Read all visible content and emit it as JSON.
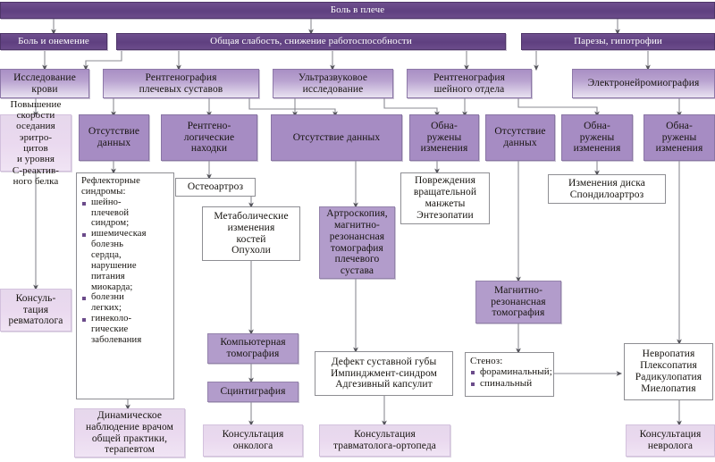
{
  "title": "Боль в плече",
  "colors": {
    "header_purple": "#5f4080",
    "mid_purple": "#a68cc3",
    "light_pink": "#ead9ef",
    "diagnosis_white": "#ffffff",
    "arrow_gray": "#8b8b93"
  },
  "root": {
    "label": "Боль в плече"
  },
  "complaints": [
    {
      "label": "Боль и онемение"
    },
    {
      "label": "Общая слабость, снижение работоспособности"
    },
    {
      "label": "Парезы, гипотрофии"
    }
  ],
  "investigations": [
    {
      "label": "Исследование\nкрови"
    },
    {
      "label": "Рентгенография\nплечевых суставов"
    },
    {
      "label": "Ультразвуковое\nисследование"
    },
    {
      "label": "Рентгенография\nшейного отдела"
    },
    {
      "label": "Электронейромиография"
    }
  ],
  "results": [
    {
      "label": "Отсутствие\nданных"
    },
    {
      "label": "Рентгено-\nлогические\nнаходки"
    },
    {
      "label": "Отсутствие данных"
    },
    {
      "label": "Обна-\nружены\nизменения"
    },
    {
      "label": "Отсутствие\nданных"
    },
    {
      "label": "Обна-\nружены\nизменения"
    },
    {
      "label": "Обна-\nружены\nизменения"
    }
  ],
  "blood_finding": {
    "label": "Повышение\nскорости\nоседания\nэритро-\nцитов\nи уровня\nС-реактив-\nного белка"
  },
  "reflex_syndromes": {
    "lead": "Рефлекторные\nсиндромы:",
    "items": [
      "шейно-\nплечевой\nсиндром;",
      "ишемическая\nболезнь\nсердца,\nнарушение\nпитания\nмиокарда;",
      "болезни\nлегких;",
      "гинеколо-\nгические\nзаболевания"
    ]
  },
  "osteoarthrosis": {
    "label": "Остеоартроз"
  },
  "bone_changes": {
    "label": "Метаболические\nизменения\nкостей\nОпухоли"
  },
  "arthroscopy": {
    "label": "Артроскопия,\nмагнитно-\nрезонансная\nтомография\nплечевого\nсустава"
  },
  "rotator_cuff": {
    "label": "Повреждения\nвращательной\nманжеты\nЭнтезопатии"
  },
  "disc_changes": {
    "label": "Изменения диска\nСпондилоартроз"
  },
  "mri": {
    "label": "Магнитно-\nрезонансная\nтомография"
  },
  "ct": {
    "label": "Компьютерная\nтомография"
  },
  "scintigraphy": {
    "label": "Сцинтиграфия"
  },
  "labrum_defect": {
    "label": "Дефект суставной губы\nИмпинджмент-синдром\nАдгезивный капсулит"
  },
  "stenosis": {
    "lead": "Стеноз:",
    "items": [
      "фораминальный;",
      "спинальный"
    ]
  },
  "neuro_diagnoses": {
    "label": "Невропатия\nПлексопатия\nРадикулопатия\nМиелопатия"
  },
  "consultations": [
    {
      "label": "Консуль-\nтация\nревматолога"
    },
    {
      "label": "Динамическое\nнаблюдение врачом\nобщей практики,\nтерапевтом"
    },
    {
      "label": "Консультация\nонколога"
    },
    {
      "label": "Консультация\nтравматолога-ортопеда"
    },
    {
      "label": "Консультация\nневролога"
    }
  ]
}
